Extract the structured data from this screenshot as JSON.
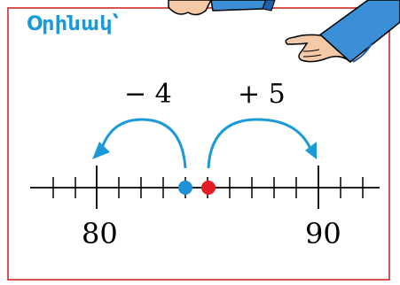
{
  "example": {
    "title": "Օրինակ՝",
    "left_jump": "− 4",
    "right_jump": "+ 5",
    "tick_label_left": "80",
    "tick_label_right": "90"
  },
  "colors": {
    "frame": "#d9534f",
    "title": "#1a9ad9",
    "blue_point": "#1e90d8",
    "red_point": "#e31b23",
    "arrow": "#1a9ad9",
    "sleeve": "#3a8fd6"
  },
  "number_line": {
    "min_labeled": 80,
    "max_labeled": 90,
    "red_point_value": 85,
    "blue_point_value": 84,
    "left_jump": -4,
    "right_jump": 5
  },
  "icons": [
    "pointing-hand-icon",
    "holding-hand-icon"
  ]
}
